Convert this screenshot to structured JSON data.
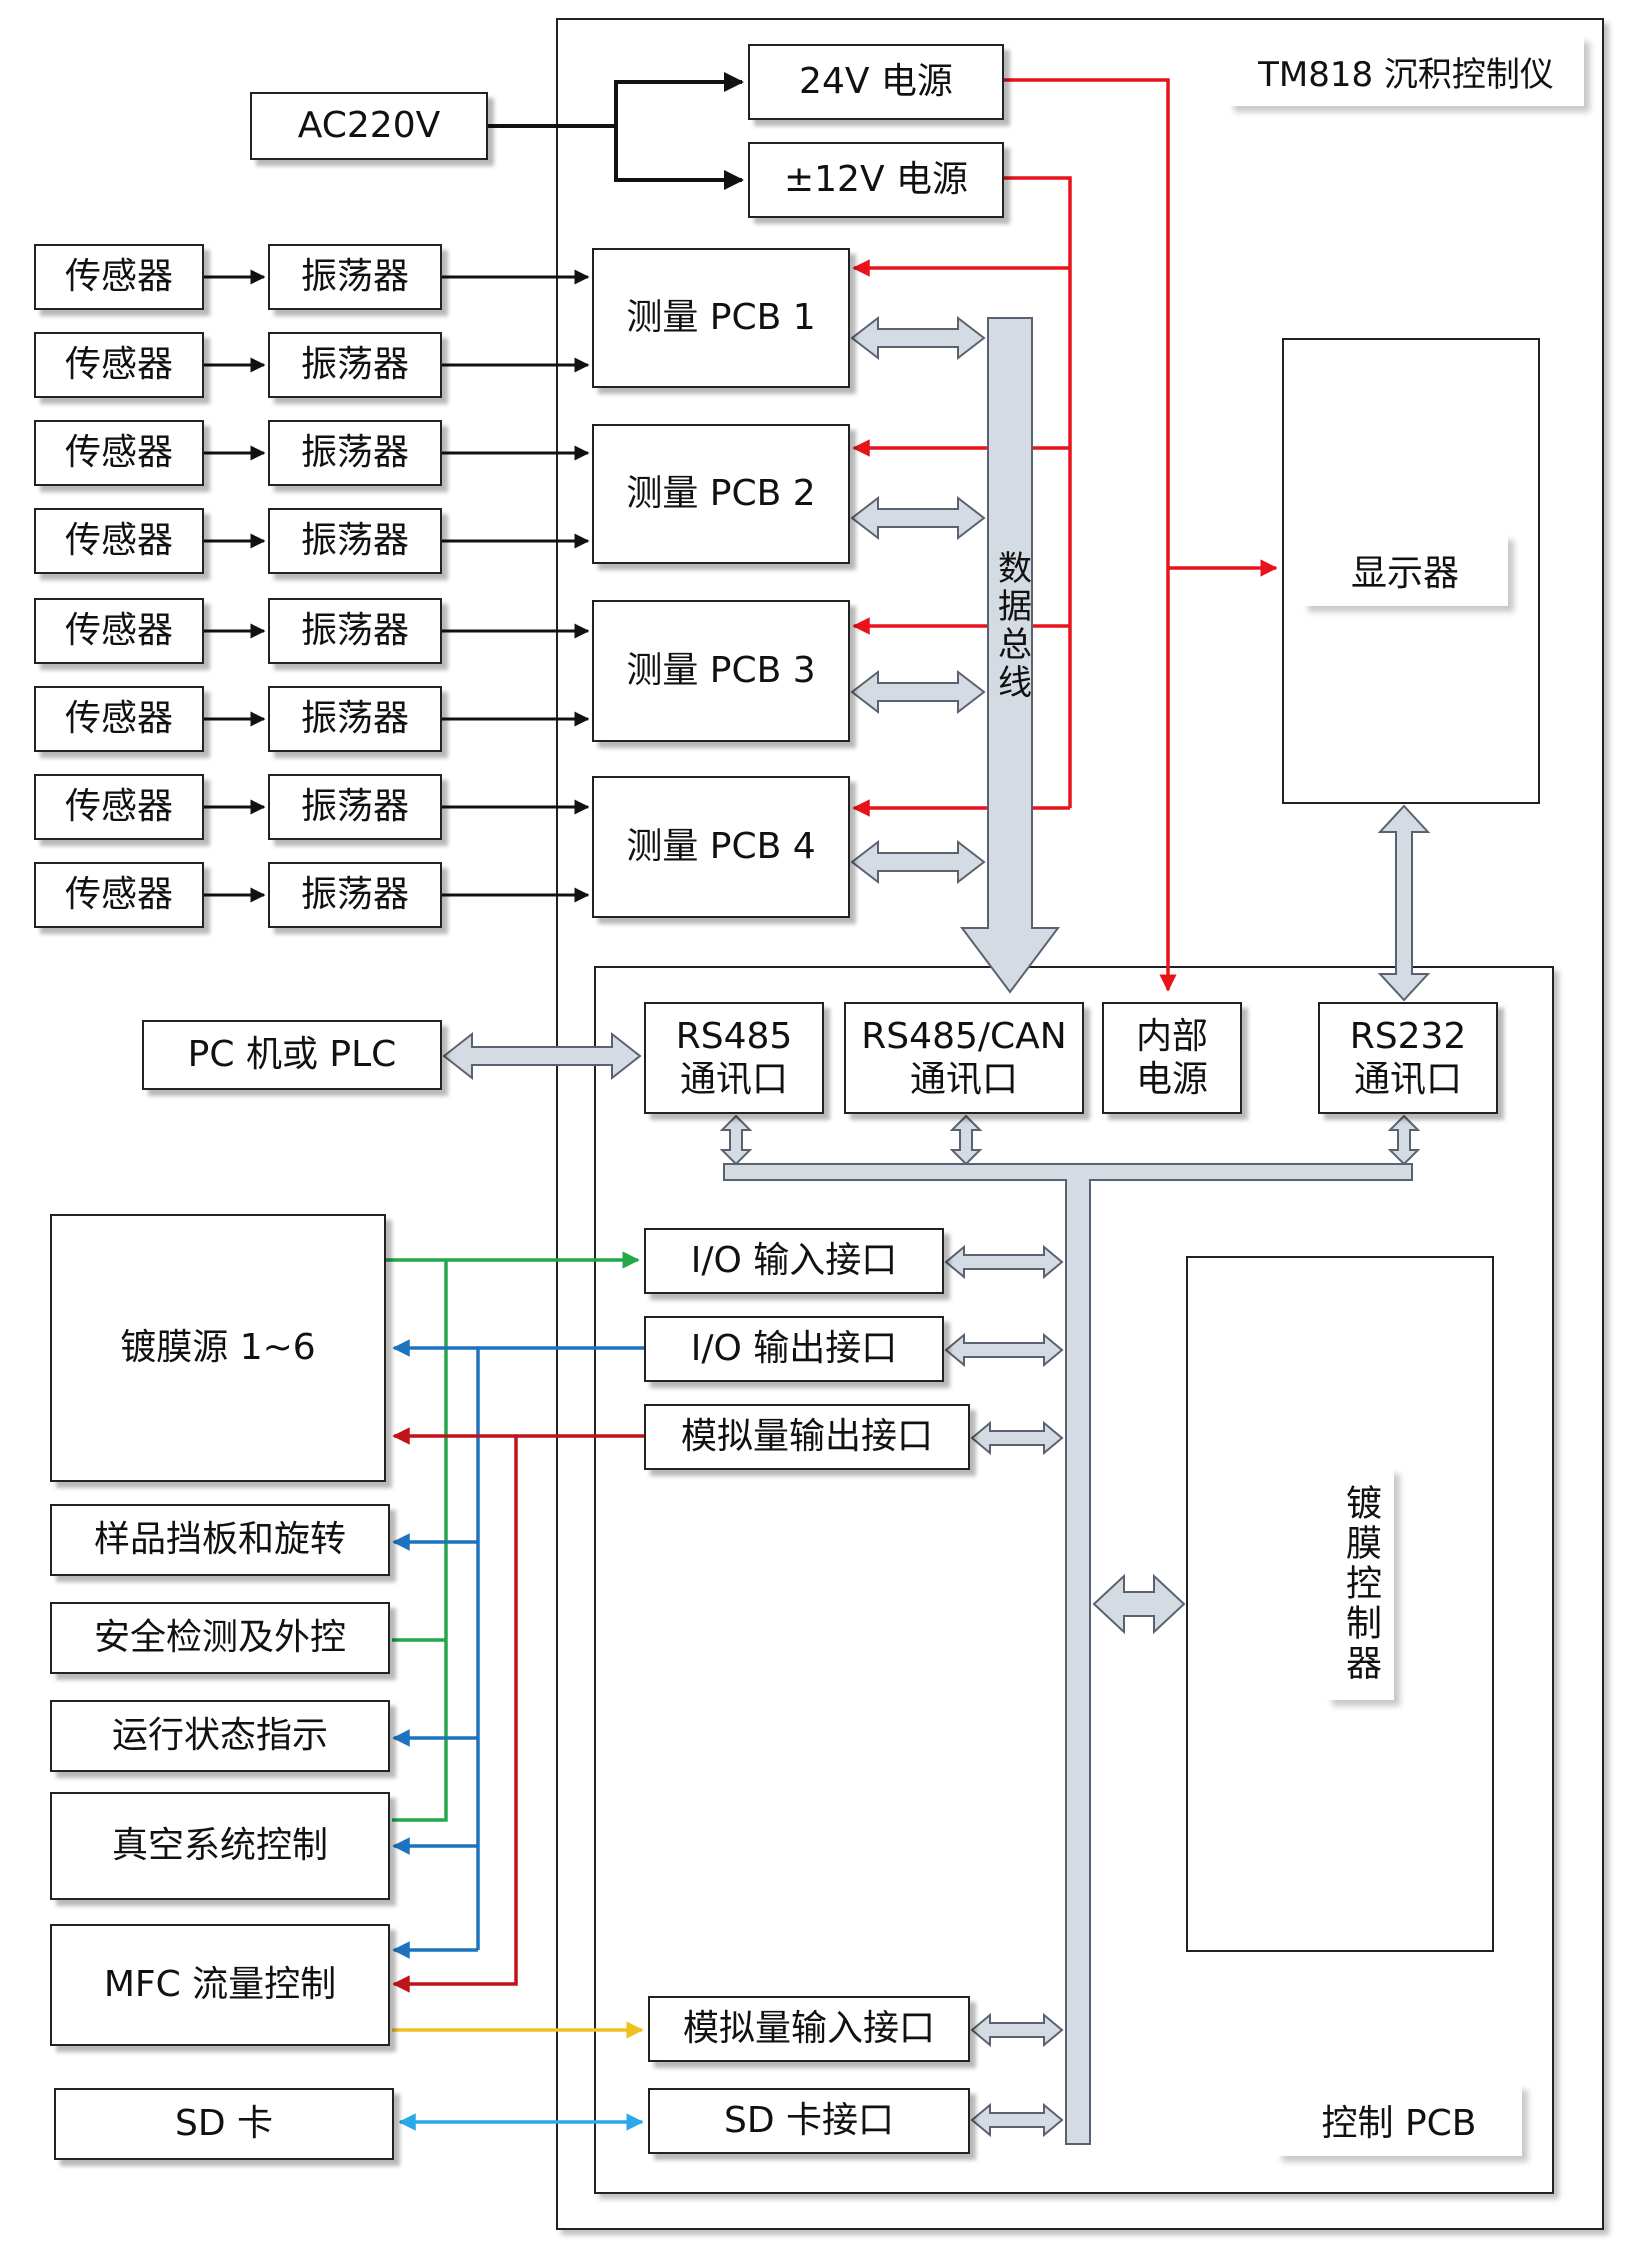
{
  "title": "TM818 沉积控制仪",
  "power": {
    "ac": "AC220V",
    "p24": "24V 电源",
    "p12": "±12V 电源"
  },
  "sensor_label": "传感器",
  "oscillator_label": "振荡器",
  "measure_pcbs": [
    "测量 PCB 1",
    "测量 PCB 2",
    "测量 PCB 3",
    "测量 PCB 4"
  ],
  "data_bus": "数据总线",
  "display": "显示器",
  "control_pcb": "控制 PCB",
  "ports": {
    "rs485_line1": "RS485",
    "rs485_line2": "通讯口",
    "rs485can_line1": "RS485/CAN",
    "rs485can_line2": "通讯口",
    "internal_line1": "内部",
    "internal_line2": "电源",
    "rs232_line1": "RS232",
    "rs232_line2": "通讯口"
  },
  "pc_plc": "PC 机或 PLC",
  "interfaces": {
    "io_in": "I/O 输入接口",
    "io_out": "I/O 输出接口",
    "analog_out": "模拟量输出接口",
    "analog_in": "模拟量输入接口",
    "sd_port": "SD 卡接口"
  },
  "coating_controller": "镀膜控制器",
  "external": {
    "coating_source": "镀膜源 1~6",
    "sample_shutter": "样品挡板和旋转",
    "safety": "安全检测及外控",
    "status": "运行状态指示",
    "vacuum": "真空系统控制",
    "mfc": "MFC 流量控制",
    "sd_card": "SD 卡"
  },
  "colors": {
    "power_line": "#e8141b",
    "bus_fill": "#d5dbe3",
    "bus_stroke": "#5a6170",
    "green": "#22a84a",
    "blue": "#1e73be",
    "dark_red": "#c0141b",
    "yellow": "#f0c020",
    "cyan": "#2aa8e8"
  }
}
